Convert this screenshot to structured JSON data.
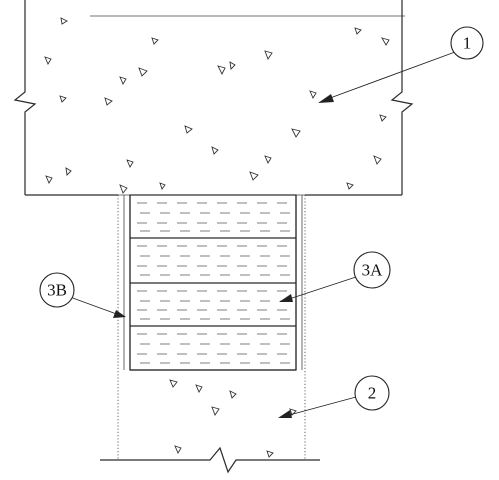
{
  "callouts": [
    {
      "id": "1",
      "label": "1"
    },
    {
      "id": "2",
      "label": "2"
    },
    {
      "id": "3A",
      "label": "3A"
    },
    {
      "id": "3B",
      "label": "3B"
    }
  ]
}
